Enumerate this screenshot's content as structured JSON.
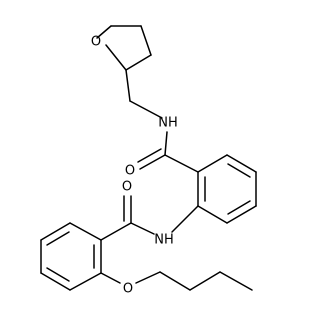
{
  "molecule": {
    "atoms": {
      "ring_oxygen": "O",
      "upper_amide_nitrogen": "NH",
      "upper_carbonyl_oxygen": "O",
      "lower_carbonyl_oxygen": "O",
      "lower_amide_nitrogen": "NH",
      "ether_oxygen": "O"
    }
  }
}
